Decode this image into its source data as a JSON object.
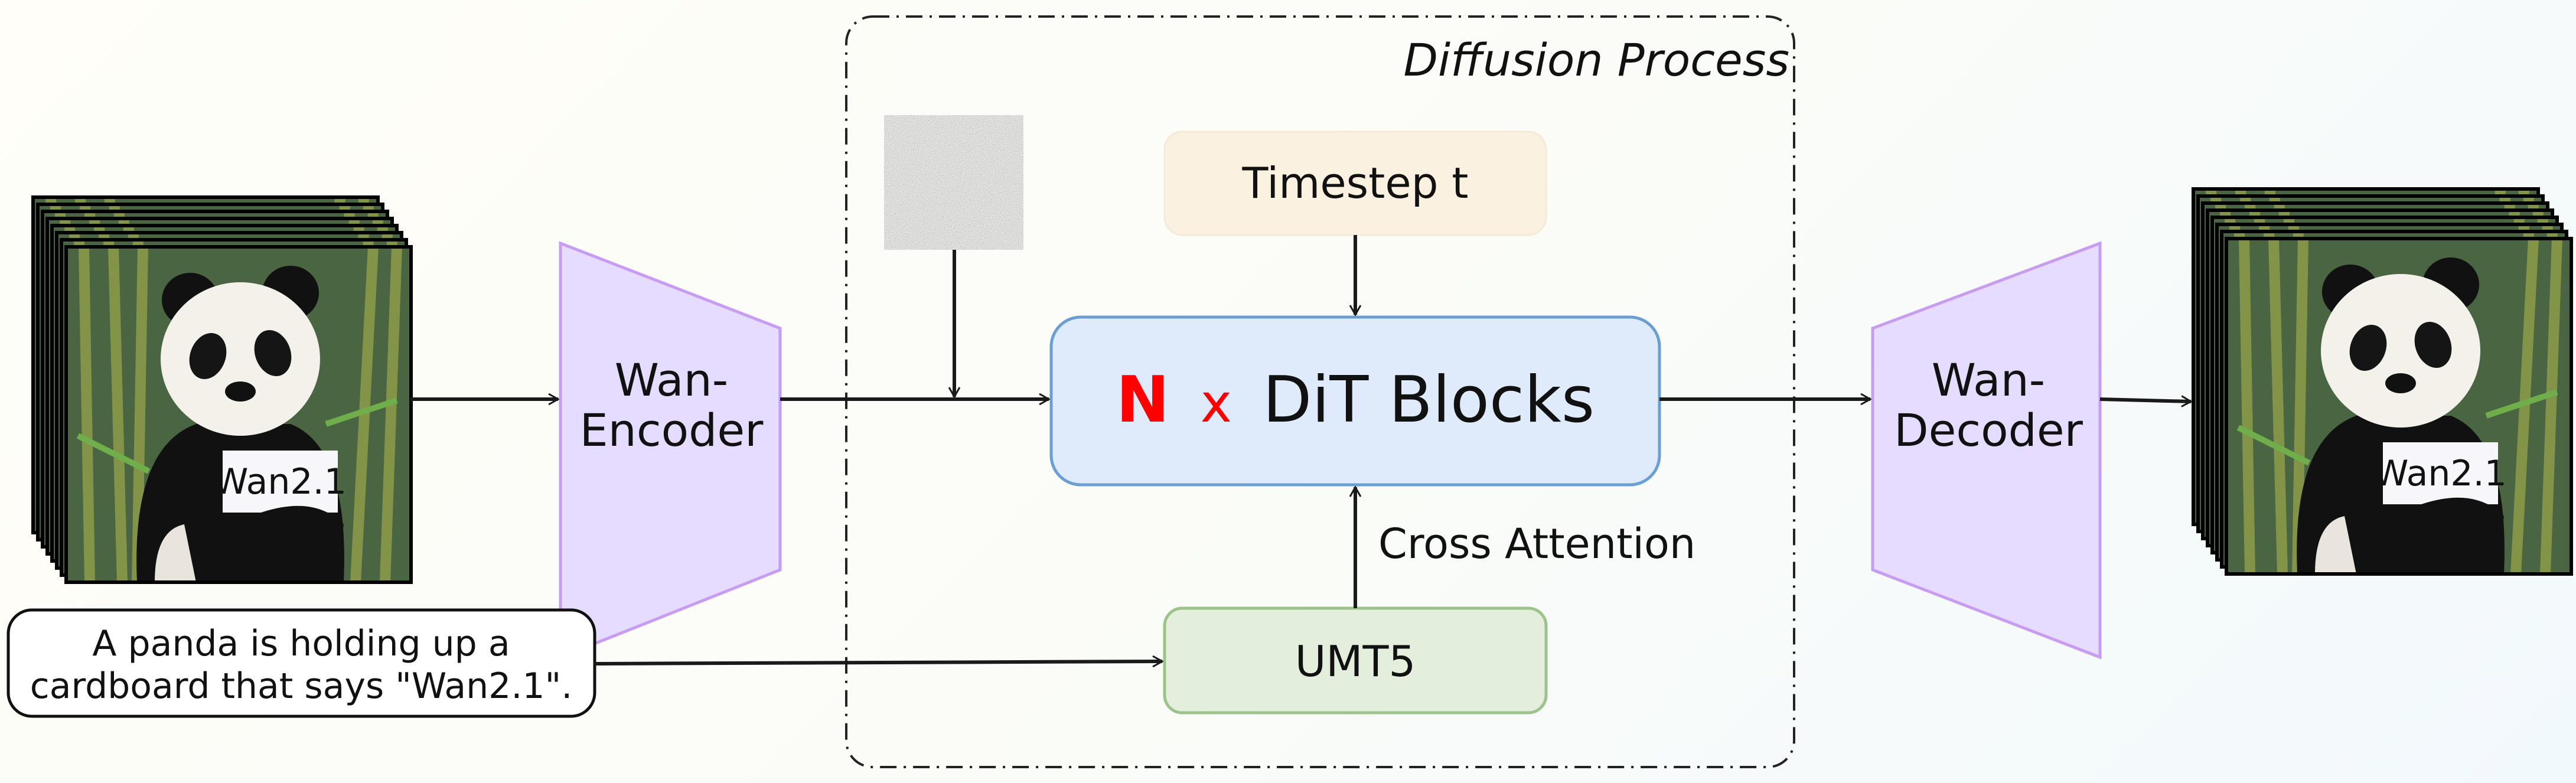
{
  "diffusion": {
    "title": "Diffusion Process",
    "timestep_label": "Timestep t",
    "dit_n": "N",
    "dit_x": "x",
    "dit_label": "DiT Blocks",
    "cross_attention_label": "Cross Attention",
    "text_encoder_label": "UMT5"
  },
  "encoder": {
    "line1": "Wan-",
    "line2": "Encoder"
  },
  "decoder": {
    "line1": "Wan-",
    "line2": "Decoder"
  },
  "prompt": {
    "line1": "A panda is holding up a",
    "line2": "cardboard that says \"Wan2.1\"."
  },
  "frames": {
    "sign_text": "Wan2.1",
    "count": 8
  },
  "colors": {
    "timestep_fill": "#faf1e0",
    "dit_fill": "#dfeafa",
    "dit_stroke": "#6b9fd3",
    "umt5_fill": "#e3efdc",
    "umt5_stroke": "#9cc38a",
    "vae_fill": "#e6dcff",
    "vae_stroke": "#c79cf2",
    "n_color": "#ff0000"
  }
}
